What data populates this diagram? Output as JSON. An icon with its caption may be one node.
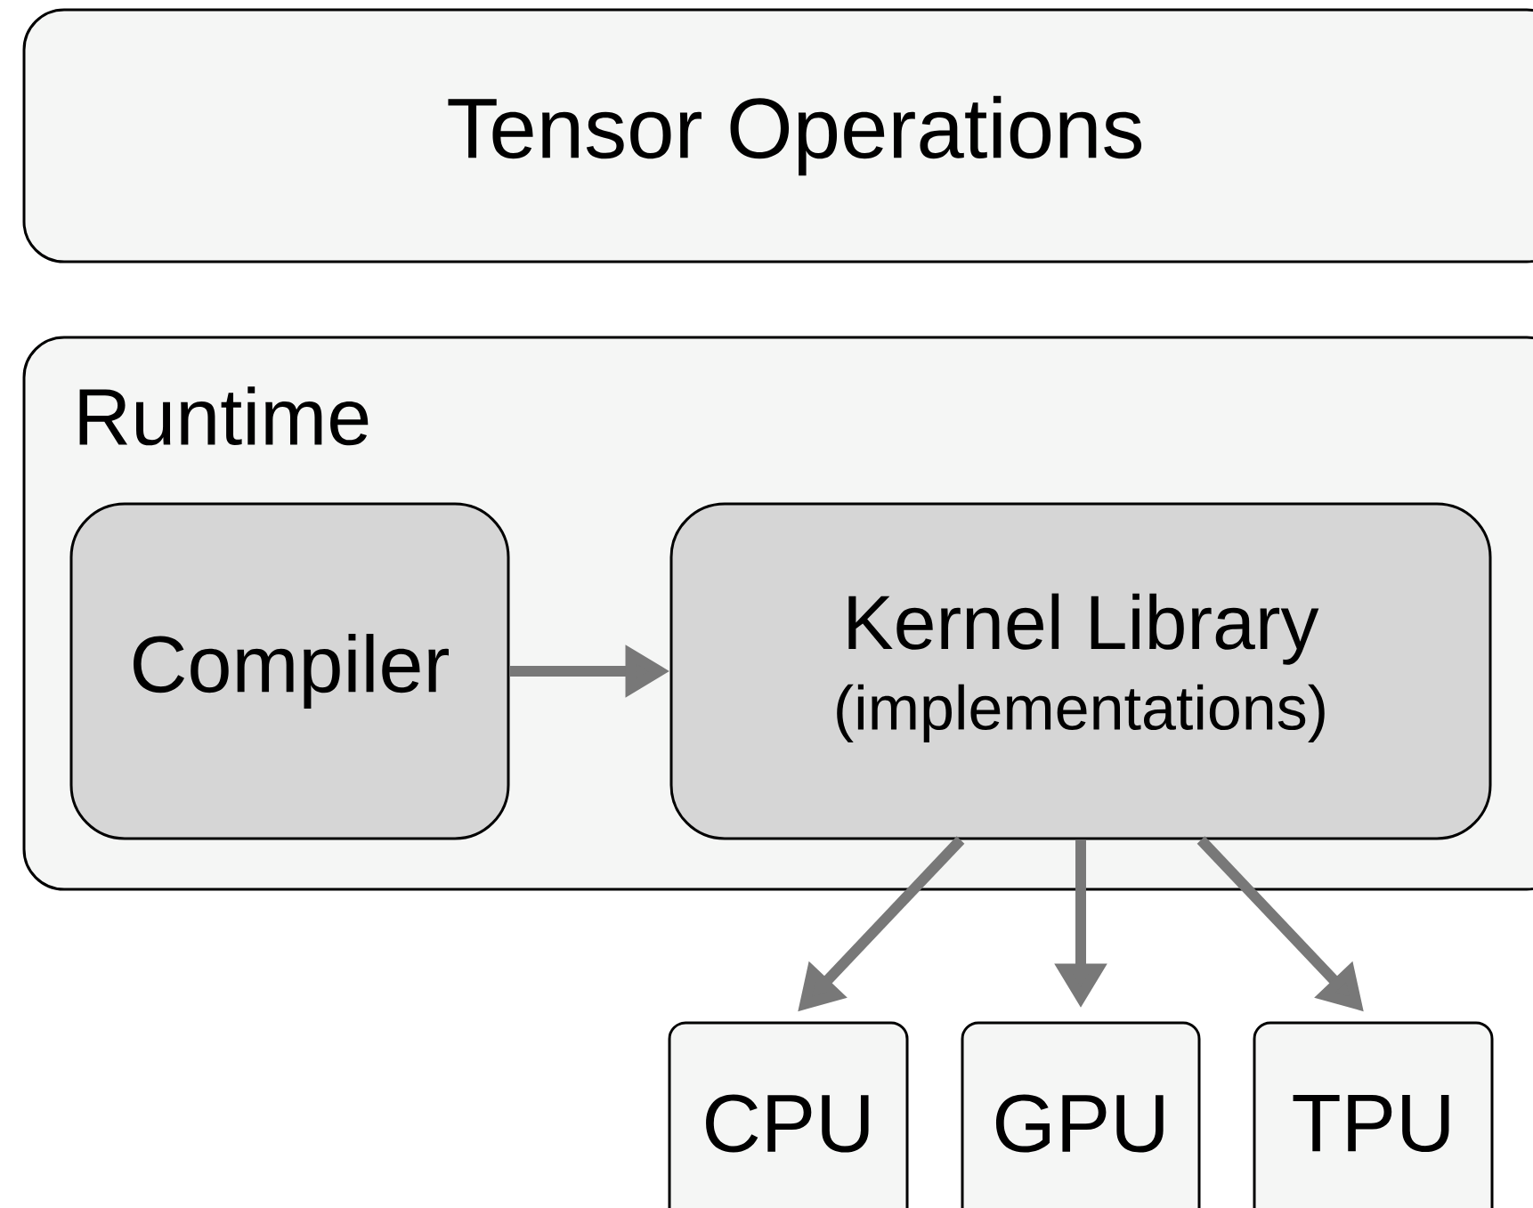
{
  "diagram": {
    "nodes": [
      {
        "text": [
          "Tensor Operations"
        ]
      },
      {
        "text": [
          "Runtime"
        ]
      },
      {
        "text": [
          "Compiler"
        ],
        "in": 1
      },
      {
        "text": [
          "Kernel Library",
          "(implementations)"
        ],
        "in": 1
      },
      {
        "text": [
          "CPU"
        ]
      },
      {
        "text": [
          "GPU"
        ]
      },
      {
        "text": [
          "TPU"
        ]
      }
    ],
    "edges": [
      {
        "from": 2,
        "to": 3,
        "arrow": "to"
      },
      {
        "from": 3,
        "to": 4,
        "arrow": "to"
      },
      {
        "from": 3,
        "to": 5,
        "arrow": "to"
      },
      {
        "from": 3,
        "to": 6,
        "arrow": "to"
      }
    ]
  }
}
